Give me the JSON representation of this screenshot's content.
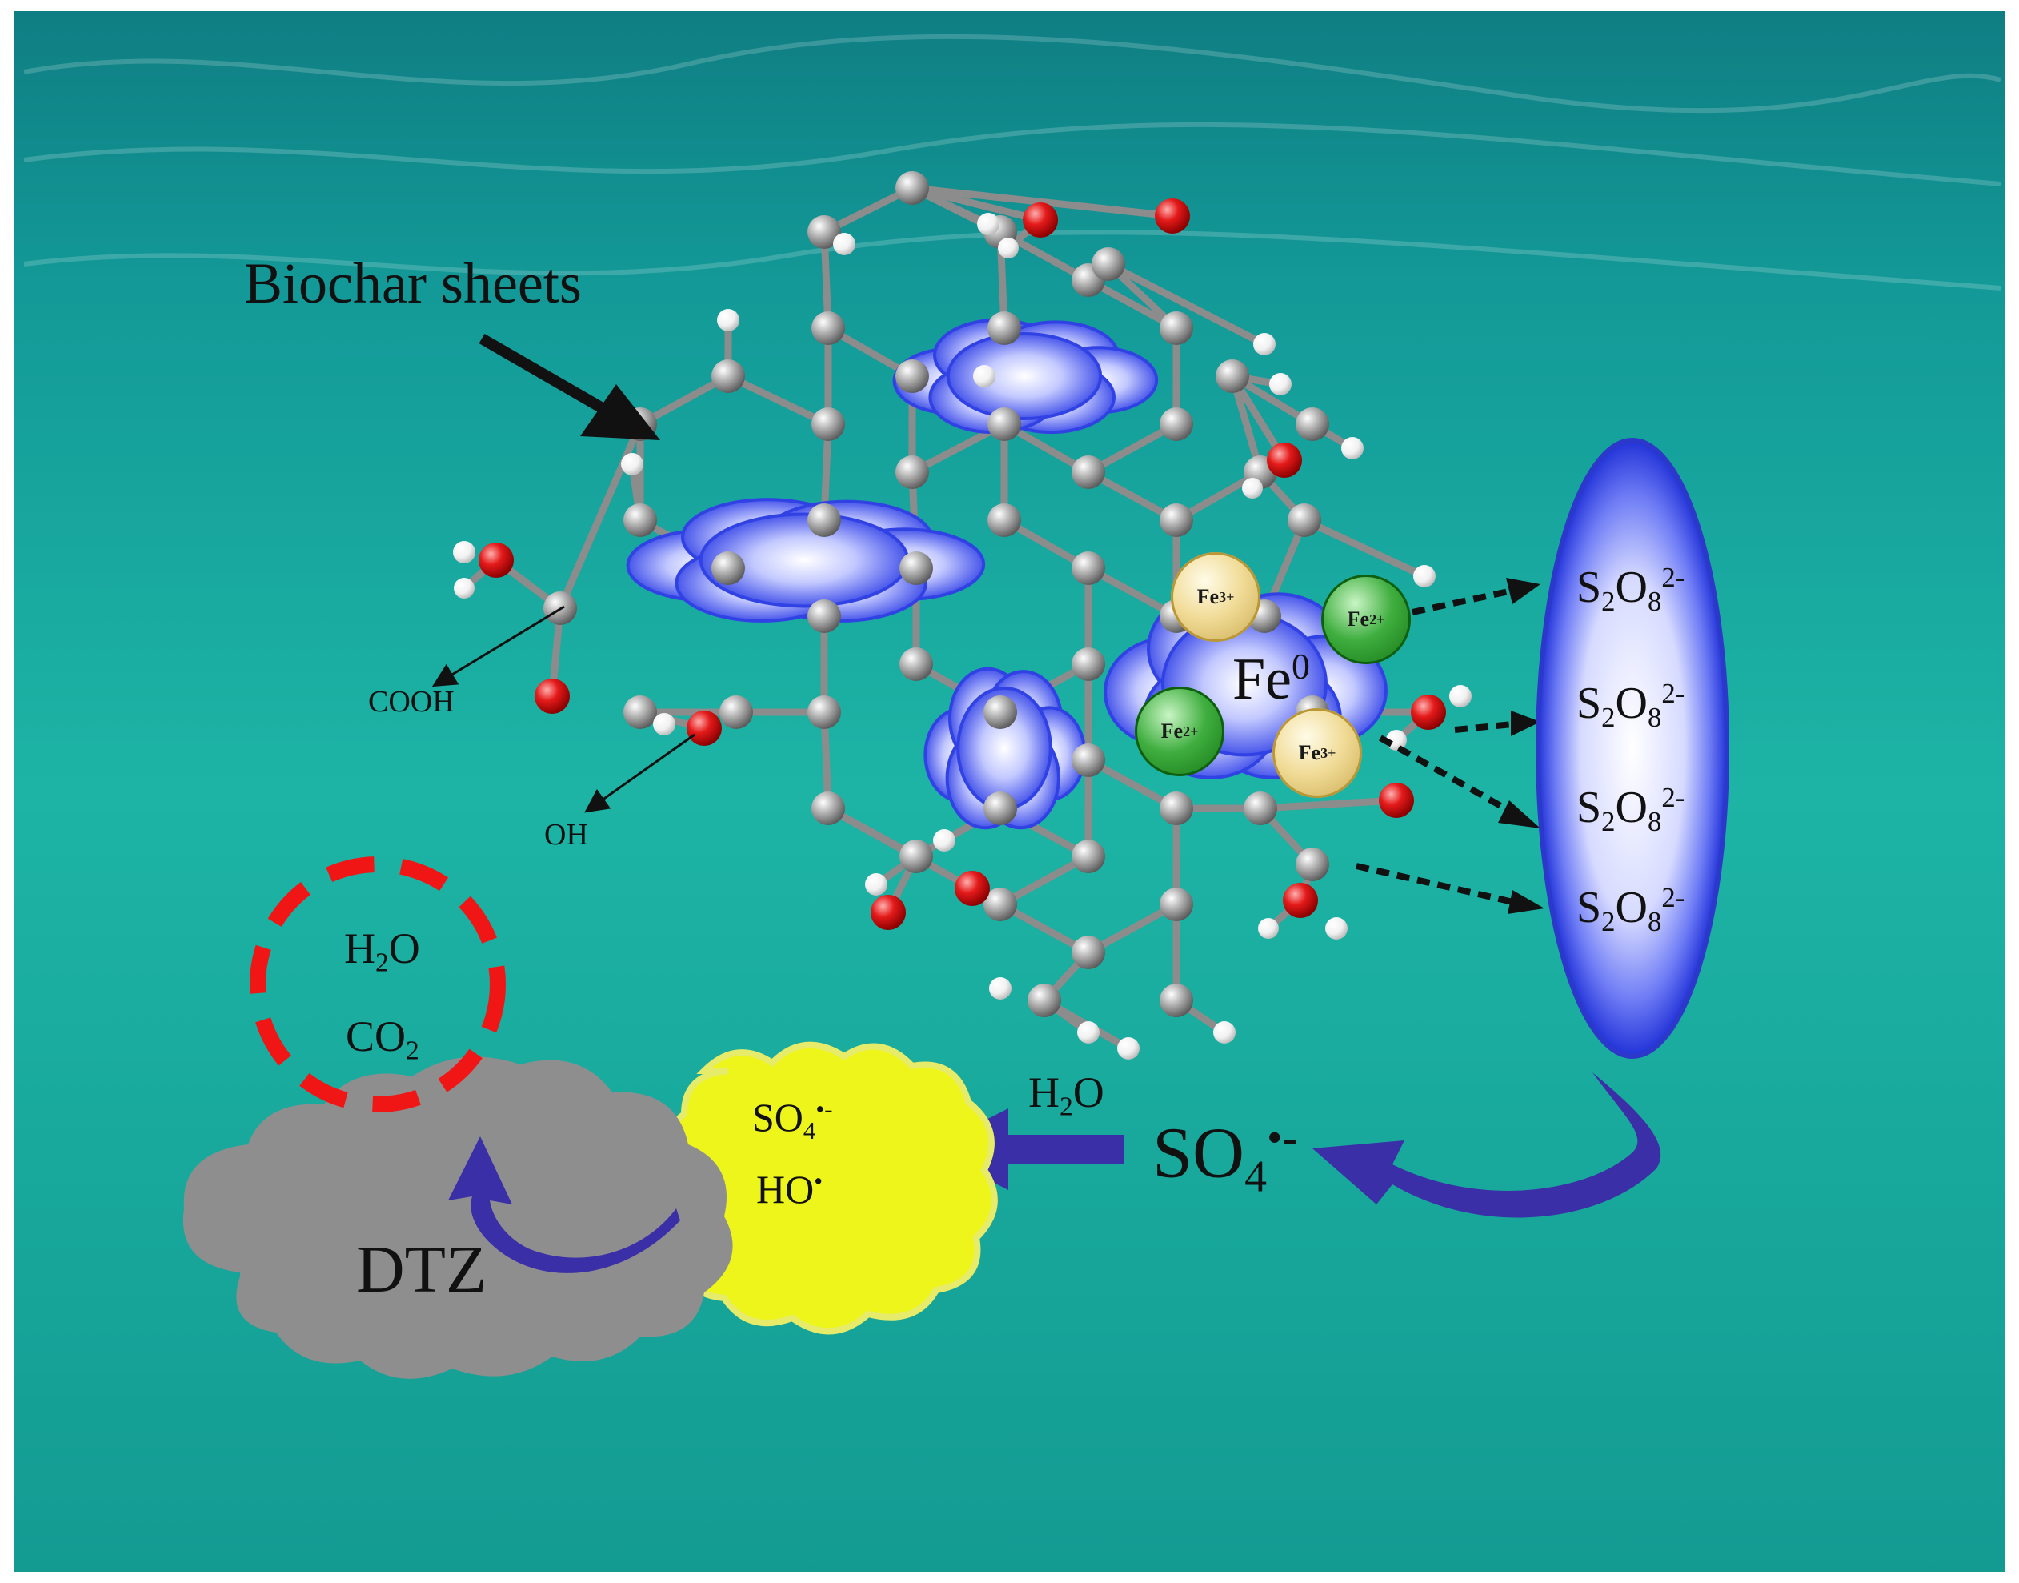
{
  "labels": {
    "biochar": "Biochar sheets",
    "cooh": "COOH",
    "oh": "OH",
    "fe0": {
      "base": "Fe",
      "sup": "0"
    },
    "fe3": {
      "base": "Fe",
      "sup": "3+"
    },
    "fe2": {
      "base": "Fe",
      "sup": "2+"
    },
    "persulfate": {
      "s": "S",
      "sub1": "2",
      "o": "O",
      "sub2": "8",
      "charge": "2-"
    },
    "sulfate_radical": {
      "base": "SO",
      "sub": "4",
      "sup": "•-"
    },
    "water_arrow": {
      "base": "H",
      "sub": "2",
      "rest": "O"
    },
    "radicals": {
      "so4": {
        "base": "SO",
        "sub": "4",
        "sup": "•-"
      },
      "ho": {
        "base": "HO",
        "sup": "•"
      }
    },
    "products": {
      "h2o": {
        "base": "H",
        "sub": "2",
        "rest": "O"
      },
      "co2": {
        "base": "CO",
        "sub": "2"
      }
    },
    "dtz": "DTZ"
  },
  "colors": {
    "water": "#1fb4a4",
    "carbon": "#9a9a9a",
    "oxygen": "#e01818",
    "hydrogen": "#f2f2f2",
    "iron_cloud": "#3a4df0",
    "persulfate_ellipse": "#2f3fe8",
    "arrow": "#3a2aa0",
    "radical_blob": "#eef21a",
    "dtz_cloud": "#8e8e8e",
    "product_ring": "#f01616"
  }
}
